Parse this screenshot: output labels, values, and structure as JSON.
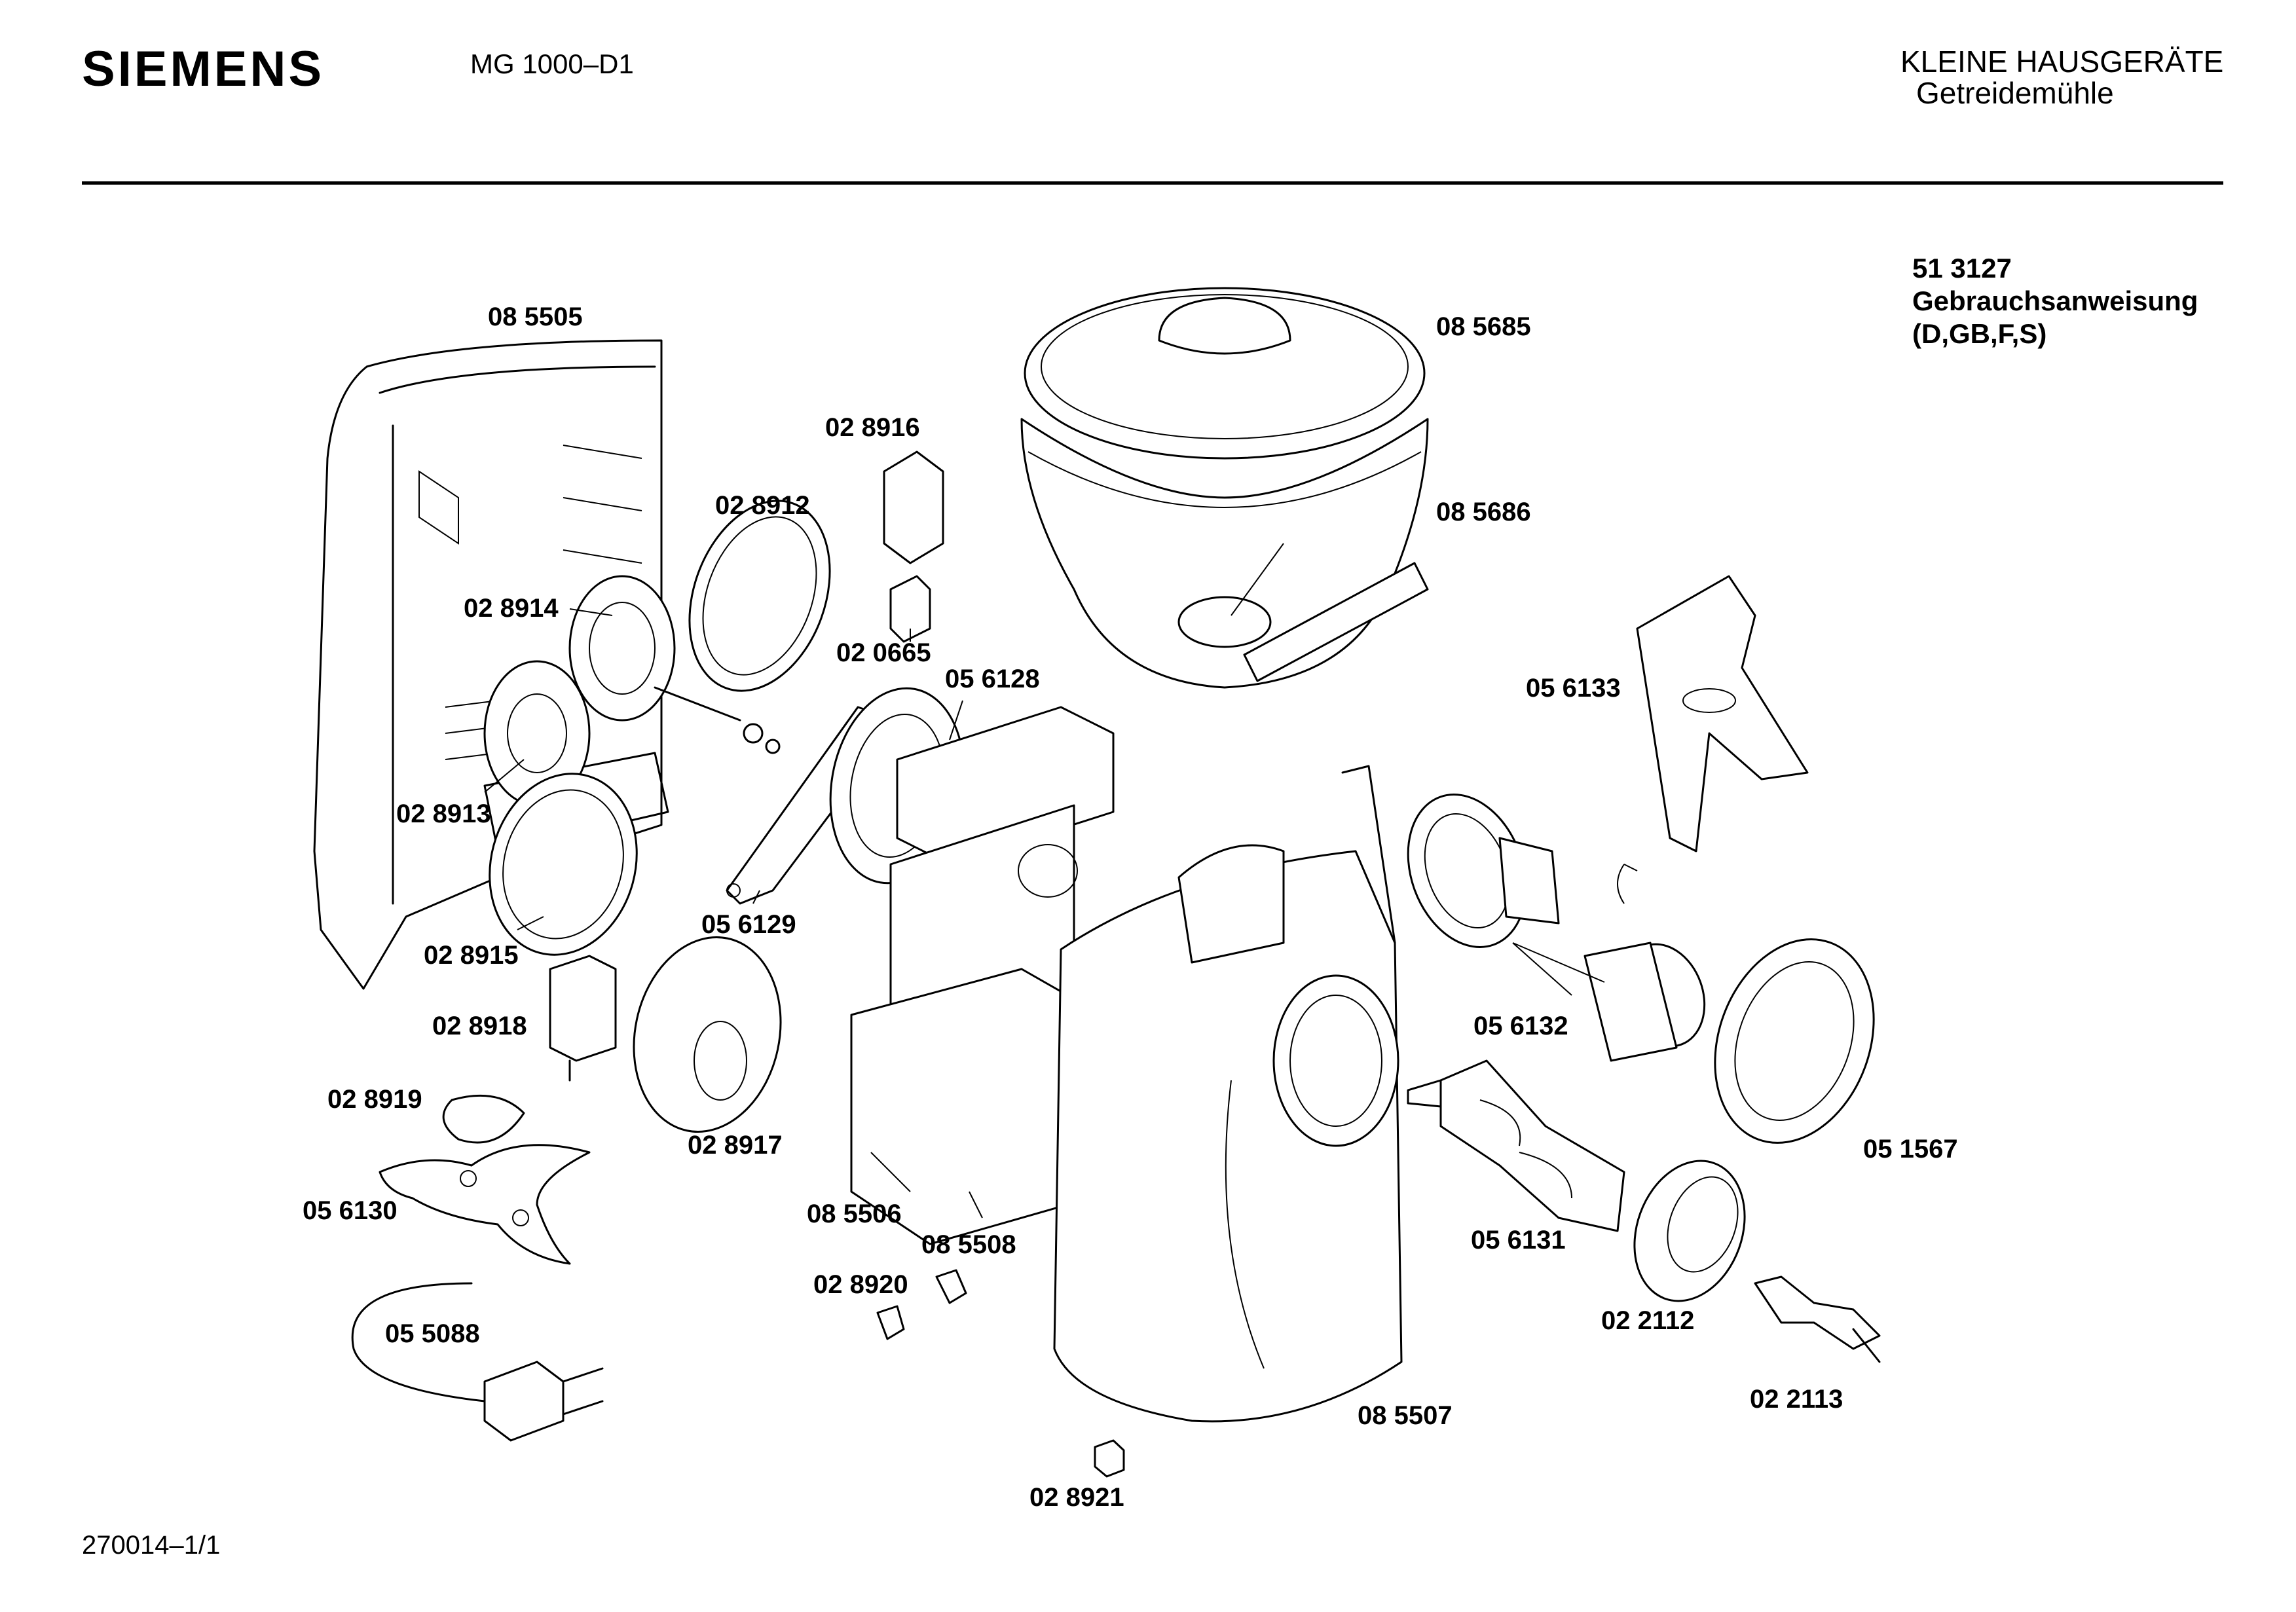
{
  "header": {
    "brand": "SIEMENS",
    "model": "MG 1000–D1",
    "category": "KLEINE HAUSGERÄTE",
    "product": "Getreidemühle"
  },
  "manual": {
    "part_no": "51 3127",
    "title": "Gebrauchsanweisung",
    "languages": "(D,GB,F,S)"
  },
  "footer": {
    "page_ref": "270014–1/1"
  },
  "parts": [
    {
      "id": "p085505",
      "label": "08 5505"
    },
    {
      "id": "p085685",
      "label": "08 5685"
    },
    {
      "id": "p085686",
      "label": "08 5686"
    },
    {
      "id": "p028916",
      "label": "02 8916"
    },
    {
      "id": "p028912",
      "label": "02 8912"
    },
    {
      "id": "p028914",
      "label": "02 8914"
    },
    {
      "id": "p020665",
      "label": "02 0665"
    },
    {
      "id": "p056128",
      "label": "05 6128"
    },
    {
      "id": "p056133",
      "label": "05 6133"
    },
    {
      "id": "p028913",
      "label": "02 8913"
    },
    {
      "id": "p056129",
      "label": "05 6129"
    },
    {
      "id": "p028915",
      "label": "02 8915"
    },
    {
      "id": "p056132",
      "label": "05 6132"
    },
    {
      "id": "p028918",
      "label": "02 8918"
    },
    {
      "id": "p051567",
      "label": "05 1567"
    },
    {
      "id": "p028919",
      "label": "02 8919"
    },
    {
      "id": "p028917",
      "label": "02 8917"
    },
    {
      "id": "p056130",
      "label": "05 6130"
    },
    {
      "id": "p085506",
      "label": "08 5506"
    },
    {
      "id": "p085508",
      "label": "08 5508"
    },
    {
      "id": "p056131",
      "label": "05 6131"
    },
    {
      "id": "p028920",
      "label": "02 8920"
    },
    {
      "id": "p022112",
      "label": "02 2112"
    },
    {
      "id": "p055088",
      "label": "05 5088"
    },
    {
      "id": "p022113",
      "label": "02 2113"
    },
    {
      "id": "p085507",
      "label": "08 5507"
    },
    {
      "id": "p028921",
      "label": "02 8921"
    }
  ]
}
